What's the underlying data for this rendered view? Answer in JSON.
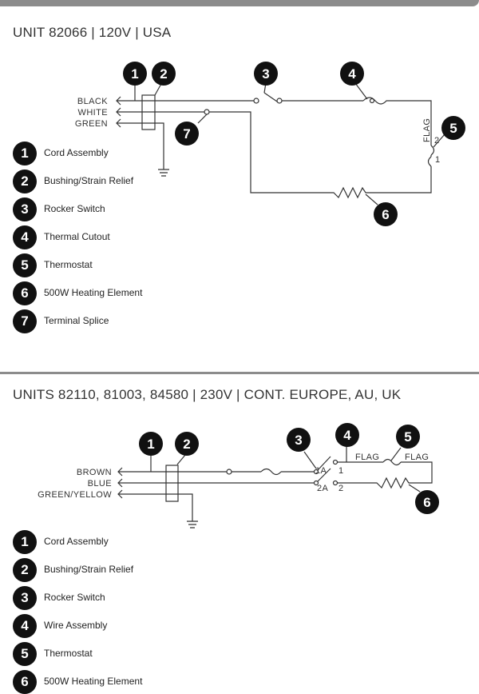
{
  "section1": {
    "title": "UNIT 82066 | 120V | USA",
    "wires": [
      "BLACK",
      "WHITE",
      "GREEN"
    ],
    "flag": "FLAG",
    "terminals": [
      "2",
      "1"
    ],
    "callouts": [
      "1",
      "2",
      "3",
      "4",
      "5",
      "6",
      "7"
    ],
    "legend": [
      {
        "num": "1",
        "label": "Cord Assembly"
      },
      {
        "num": "2",
        "label": "Bushing/Strain Relief"
      },
      {
        "num": "3",
        "label": "Rocker Switch"
      },
      {
        "num": "4",
        "label": "Thermal Cutout"
      },
      {
        "num": "5",
        "label": "Thermostat"
      },
      {
        "num": "6",
        "label": "500W Heating Element"
      },
      {
        "num": "7",
        "label": "Terminal Splice"
      }
    ]
  },
  "section2": {
    "title": "UNITS 82110, 81003, 84580 | 230V | CONT. EUROPE, AU, UK",
    "wires": [
      "BROWN",
      "BLUE",
      "GREEN/YELLOW"
    ],
    "flags": [
      "FLAG",
      "FLAG"
    ],
    "switch_terms": [
      "1A",
      "2A",
      "1",
      "2"
    ],
    "callouts": [
      "1",
      "2",
      "3",
      "4",
      "5",
      "6"
    ],
    "legend": [
      {
        "num": "1",
        "label": "Cord Assembly"
      },
      {
        "num": "2",
        "label": "Bushing/Strain Relief"
      },
      {
        "num": "3",
        "label": "Rocker Switch"
      },
      {
        "num": "4",
        "label": "Wire Assembly"
      },
      {
        "num": "5",
        "label": "Thermostat"
      },
      {
        "num": "6",
        "label": "500W Heating Element"
      }
    ]
  }
}
